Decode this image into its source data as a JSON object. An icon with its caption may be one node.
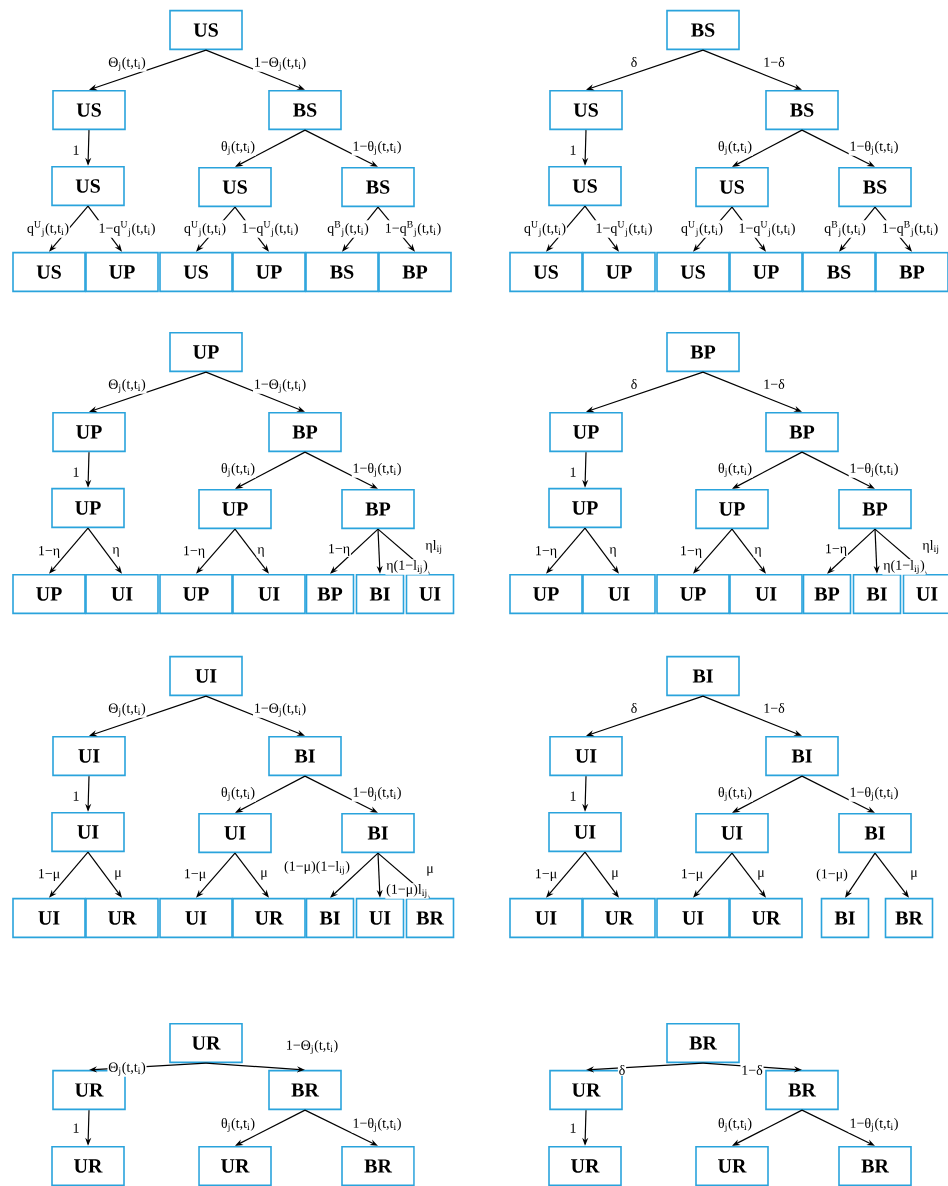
{
  "diagram": {
    "nodes": [
      {
        "text": [
          "US"
        ]
      },
      {
        "text": [
          "US"
        ]
      },
      {
        "text": [
          "BS"
        ]
      },
      {
        "text": [
          "US"
        ]
      },
      {
        "text": [
          "US"
        ]
      },
      {
        "text": [
          "BS"
        ]
      },
      {
        "text": [
          "US"
        ]
      },
      {
        "text": [
          "UP"
        ]
      },
      {
        "text": [
          "US"
        ]
      },
      {
        "text": [
          "UP"
        ]
      },
      {
        "text": [
          "BS"
        ]
      },
      {
        "text": [
          "BP"
        ]
      },
      {
        "text": [
          "BS"
        ]
      },
      {
        "text": [
          "US"
        ]
      },
      {
        "text": [
          "BS"
        ]
      },
      {
        "text": [
          "US"
        ]
      },
      {
        "text": [
          "US"
        ]
      },
      {
        "text": [
          "BS"
        ]
      },
      {
        "text": [
          "US"
        ]
      },
      {
        "text": [
          "UP"
        ]
      },
      {
        "text": [
          "US"
        ]
      },
      {
        "text": [
          "UP"
        ]
      },
      {
        "text": [
          "BS"
        ]
      },
      {
        "text": [
          "BP"
        ]
      },
      {
        "text": [
          "UP"
        ]
      },
      {
        "text": [
          "UP"
        ]
      },
      {
        "text": [
          "BP"
        ]
      },
      {
        "text": [
          "UP"
        ]
      },
      {
        "text": [
          "UP"
        ]
      },
      {
        "text": [
          "BP"
        ]
      },
      {
        "text": [
          "UP"
        ]
      },
      {
        "text": [
          "UI"
        ]
      },
      {
        "text": [
          "UP"
        ]
      },
      {
        "text": [
          "UI"
        ]
      },
      {
        "text": [
          "BP"
        ]
      },
      {
        "text": [
          "BI"
        ]
      },
      {
        "text": [
          "UI"
        ]
      },
      {
        "text": [
          "BP"
        ]
      },
      {
        "text": [
          "UP"
        ]
      },
      {
        "text": [
          "BP"
        ]
      },
      {
        "text": [
          "UP"
        ]
      },
      {
        "text": [
          "UP"
        ]
      },
      {
        "text": [
          "BP"
        ]
      },
      {
        "text": [
          "UP"
        ]
      },
      {
        "text": [
          "UI"
        ]
      },
      {
        "text": [
          "UP"
        ]
      },
      {
        "text": [
          "UI"
        ]
      },
      {
        "text": [
          "BP"
        ]
      },
      {
        "text": [
          "BI"
        ]
      },
      {
        "text": [
          "UI"
        ]
      },
      {
        "text": [
          "UI"
        ]
      },
      {
        "text": [
          "UI"
        ]
      },
      {
        "text": [
          "BI"
        ]
      },
      {
        "text": [
          "UI"
        ]
      },
      {
        "text": [
          "UI"
        ]
      },
      {
        "text": [
          "BI"
        ]
      },
      {
        "text": [
          "UI"
        ]
      },
      {
        "text": [
          "UR"
        ]
      },
      {
        "text": [
          "UI"
        ]
      },
      {
        "text": [
          "UR"
        ]
      },
      {
        "text": [
          "BI"
        ]
      },
      {
        "text": [
          "UI"
        ]
      },
      {
        "text": [
          "BR"
        ]
      },
      {
        "text": [
          "BI"
        ]
      },
      {
        "text": [
          "UI"
        ]
      },
      {
        "text": [
          "BI"
        ]
      },
      {
        "text": [
          "UI"
        ]
      },
      {
        "text": [
          "UI"
        ]
      },
      {
        "text": [
          "BI"
        ]
      },
      {
        "text": [
          "UI"
        ]
      },
      {
        "text": [
          "UR"
        ]
      },
      {
        "text": [
          "UI"
        ]
      },
      {
        "text": [
          "UR"
        ]
      },
      {
        "text": [
          "BI"
        ]
      },
      {
        "text": [
          "BR"
        ]
      },
      {
        "text": [
          "UR"
        ]
      },
      {
        "text": [
          "UR"
        ]
      },
      {
        "text": [
          "BR"
        ]
      },
      {
        "text": [
          "UR"
        ]
      },
      {
        "text": [
          "UR"
        ]
      },
      {
        "text": [
          "BR"
        ]
      },
      {
        "text": [
          "BR"
        ]
      },
      {
        "text": [
          "UR"
        ]
      },
      {
        "text": [
          "BR"
        ]
      },
      {
        "text": [
          "UR"
        ]
      },
      {
        "text": [
          "UR"
        ]
      },
      {
        "text": [
          "BR"
        ]
      }
    ],
    "edges": [
      {
        "from": 0,
        "to": 1,
        "arrow": "to",
        "label": "Θ$_{j}$(t,t$_{i}$)"
      },
      {
        "from": 0,
        "to": 2,
        "arrow": "to",
        "label": "1−Θ$_{j}$(t,t$_{i}$)"
      },
      {
        "from": 1,
        "to": 3,
        "arrow": "to",
        "label": "1"
      },
      {
        "from": 2,
        "to": 4,
        "arrow": "to",
        "label": "θ$_{j}$(t,t$_{i}$)"
      },
      {
        "from": 2,
        "to": 5,
        "arrow": "to",
        "label": "1−θ$_{j}$(t,t$_{i}$)"
      },
      {
        "from": 3,
        "to": 6,
        "arrow": "to",
        "label": "q$^{U}$$_{j}$(t,t$_{i}$)"
      },
      {
        "from": 3,
        "to": 7,
        "arrow": "to",
        "label": "1−q$^{U}$$_{j}$(t,t$_{i}$)"
      },
      {
        "from": 4,
        "to": 8,
        "arrow": "to",
        "label": "q$^{U}$$_{j}$(t,t$_{i}$)"
      },
      {
        "from": 4,
        "to": 9,
        "arrow": "to",
        "label": "1−q$^{U}$$_{j}$(t,t$_{i}$)"
      },
      {
        "from": 5,
        "to": 10,
        "arrow": "to",
        "label": "q$^{B}$$_{j}$(t,t$_{i}$)"
      },
      {
        "from": 5,
        "to": 11,
        "arrow": "to",
        "label": "1−q$^{B}$$_{j}$(t,t$_{i}$)"
      },
      {
        "from": 12,
        "to": 13,
        "arrow": "to",
        "label": "δ"
      },
      {
        "from": 12,
        "to": 14,
        "arrow": "to",
        "label": "1−δ"
      },
      {
        "from": 13,
        "to": 15,
        "arrow": "to",
        "label": "1"
      },
      {
        "from": 14,
        "to": 16,
        "arrow": "to",
        "label": "θ$_{j}$(t,t$_{i}$)"
      },
      {
        "from": 14,
        "to": 17,
        "arrow": "to",
        "label": "1−θ$_{j}$(t,t$_{i}$)"
      },
      {
        "from": 15,
        "to": 18,
        "arrow": "to",
        "label": "q$^{U}$$_{j}$(t,t$_{i}$)"
      },
      {
        "from": 15,
        "to": 19,
        "arrow": "to",
        "label": "1−q$^{U}$$_{j}$(t,t$_{i}$)"
      },
      {
        "from": 16,
        "to": 20,
        "arrow": "to",
        "label": "q$^{U}$$_{j}$(t,t$_{i}$)"
      },
      {
        "from": 16,
        "to": 21,
        "arrow": "to",
        "label": "1−q$^{U}$$_{j}$(t,t$_{i}$)"
      },
      {
        "from": 17,
        "to": 22,
        "arrow": "to",
        "label": "q$^{B}$$_{j}$(t,t$_{i}$)"
      },
      {
        "from": 17,
        "to": 23,
        "arrow": "to",
        "label": "1−q$^{B}$$_{j}$(t,t$_{i}$)"
      },
      {
        "from": 24,
        "to": 25,
        "arrow": "to",
        "label": "Θ$_{j}$(t,t$_{i}$)"
      },
      {
        "from": 24,
        "to": 26,
        "arrow": "to",
        "label": "1−Θ$_{j}$(t,t$_{i}$)"
      },
      {
        "from": 25,
        "to": 27,
        "arrow": "to",
        "label": "1"
      },
      {
        "from": 26,
        "to": 28,
        "arrow": "to",
        "label": "θ$_{j}$(t,t$_{i}$)"
      },
      {
        "from": 26,
        "to": 29,
        "arrow": "to",
        "label": "1−θ$_{j}$(t,t$_{i}$)"
      },
      {
        "from": 27,
        "to": 30,
        "arrow": "to",
        "label": "1−η"
      },
      {
        "from": 27,
        "to": 31,
        "arrow": "to",
        "label": "η"
      },
      {
        "from": 28,
        "to": 32,
        "arrow": "to",
        "label": "1−η"
      },
      {
        "from": 28,
        "to": 33,
        "arrow": "to",
        "label": "η"
      },
      {
        "from": 29,
        "to": 34,
        "arrow": "to",
        "label": "1−η"
      },
      {
        "from": 29,
        "to": 35,
        "arrow": "to",
        "label": "η(1−l$_{ij}$)"
      },
      {
        "from": 29,
        "to": 36,
        "arrow": "to",
        "label": "ηl$_{ij}$"
      },
      {
        "from": 37,
        "to": 38,
        "arrow": "to",
        "label": "δ"
      },
      {
        "from": 37,
        "to": 39,
        "arrow": "to",
        "label": "1−δ"
      },
      {
        "from": 38,
        "to": 40,
        "arrow": "to",
        "label": "1"
      },
      {
        "from": 39,
        "to": 41,
        "arrow": "to",
        "label": "θ$_{j}$(t,t$_{i}$)"
      },
      {
        "from": 39,
        "to": 42,
        "arrow": "to",
        "label": "1−θ$_{j}$(t,t$_{i}$)"
      },
      {
        "from": 40,
        "to": 43,
        "arrow": "to",
        "label": "1−η"
      },
      {
        "from": 40,
        "to": 44,
        "arrow": "to",
        "label": "η"
      },
      {
        "from": 41,
        "to": 45,
        "arrow": "to",
        "label": "1−η"
      },
      {
        "from": 41,
        "to": 46,
        "arrow": "to",
        "label": "η"
      },
      {
        "from": 42,
        "to": 47,
        "arrow": "to",
        "label": "1−η"
      },
      {
        "from": 42,
        "to": 48,
        "arrow": "to",
        "label": "η(1−l$_{ij}$)"
      },
      {
        "from": 42,
        "to": 49,
        "arrow": "to",
        "label": "ηl$_{ij}$"
      },
      {
        "from": 50,
        "to": 51,
        "arrow": "to",
        "label": "Θ$_{j}$(t,t$_{i}$)"
      },
      {
        "from": 50,
        "to": 52,
        "arrow": "to",
        "label": "1−Θ$_{j}$(t,t$_{i}$)"
      },
      {
        "from": 51,
        "to": 53,
        "arrow": "to",
        "label": "1"
      },
      {
        "from": 52,
        "to": 54,
        "arrow": "to",
        "label": "θ$_{j}$(t,t$_{i}$)"
      },
      {
        "from": 52,
        "to": 55,
        "arrow": "to",
        "label": "1−θ$_{j}$(t,t$_{i}$)"
      },
      {
        "from": 53,
        "to": 56,
        "arrow": "to",
        "label": "1−μ"
      },
      {
        "from": 53,
        "to": 57,
        "arrow": "to",
        "label": "μ"
      },
      {
        "from": 54,
        "to": 58,
        "arrow": "to",
        "label": "1−μ"
      },
      {
        "from": 54,
        "to": 59,
        "arrow": "to",
        "label": "μ"
      },
      {
        "from": 55,
        "to": 60,
        "arrow": "to",
        "label": "(1−μ)(1−l$_{ij}$)"
      },
      {
        "from": 55,
        "to": 61,
        "arrow": "to",
        "label": "(1−μ)l$_{ij}$"
      },
      {
        "from": 55,
        "to": 62,
        "arrow": "to",
        "label": "μ"
      },
      {
        "from": 63,
        "to": 64,
        "arrow": "to",
        "label": "δ"
      },
      {
        "from": 63,
        "to": 65,
        "arrow": "to",
        "label": "1−δ"
      },
      {
        "from": 64,
        "to": 66,
        "arrow": "to",
        "label": "1"
      },
      {
        "from": 65,
        "to": 67,
        "arrow": "to",
        "label": "θ$_{j}$(t,t$_{i}$)"
      },
      {
        "from": 65,
        "to": 68,
        "arrow": "to",
        "label": "1−θ$_{j}$(t,t$_{i}$)"
      },
      {
        "from": 66,
        "to": 69,
        "arrow": "to",
        "label": "1−μ"
      },
      {
        "from": 66,
        "to": 70,
        "arrow": "to",
        "label": "μ"
      },
      {
        "from": 67,
        "to": 71,
        "arrow": "to",
        "label": "1−μ"
      },
      {
        "from": 67,
        "to": 72,
        "arrow": "to",
        "label": "μ"
      },
      {
        "from": 68,
        "to": 73,
        "arrow": "to",
        "label": "(1−μ)"
      },
      {
        "from": 68,
        "to": 74,
        "arrow": "to",
        "label": "μ"
      },
      {
        "from": 75,
        "to": 76,
        "arrow": "to",
        "label": "Θ$_{j}$(t,t$_{i}$)"
      },
      {
        "from": 75,
        "to": 77,
        "arrow": "to",
        "label": "1−Θ$_{j}$(t,t$_{i}$)"
      },
      {
        "from": 76,
        "to": 78,
        "arrow": "to",
        "label": "1"
      },
      {
        "from": 77,
        "to": 79,
        "arrow": "to",
        "label": "θ$_{j}$(t,t$_{i}$)"
      },
      {
        "from": 77,
        "to": 80,
        "arrow": "to",
        "label": "1−θ$_{j}$(t,t$_{i}$)"
      },
      {
        "from": 81,
        "to": 82,
        "arrow": "to",
        "label": "δ"
      },
      {
        "from": 81,
        "to": 83,
        "arrow": "to",
        "label": "1−δ"
      },
      {
        "from": 82,
        "to": 84,
        "arrow": "to",
        "label": "1"
      },
      {
        "from": 83,
        "to": 85,
        "arrow": "to",
        "label": "θ$_{j}$(t,t$_{i}$)"
      },
      {
        "from": 83,
        "to": 86,
        "arrow": "to",
        "label": "1−θ$_{j}$(t,t$_{i}$)"
      }
    ]
  }
}
